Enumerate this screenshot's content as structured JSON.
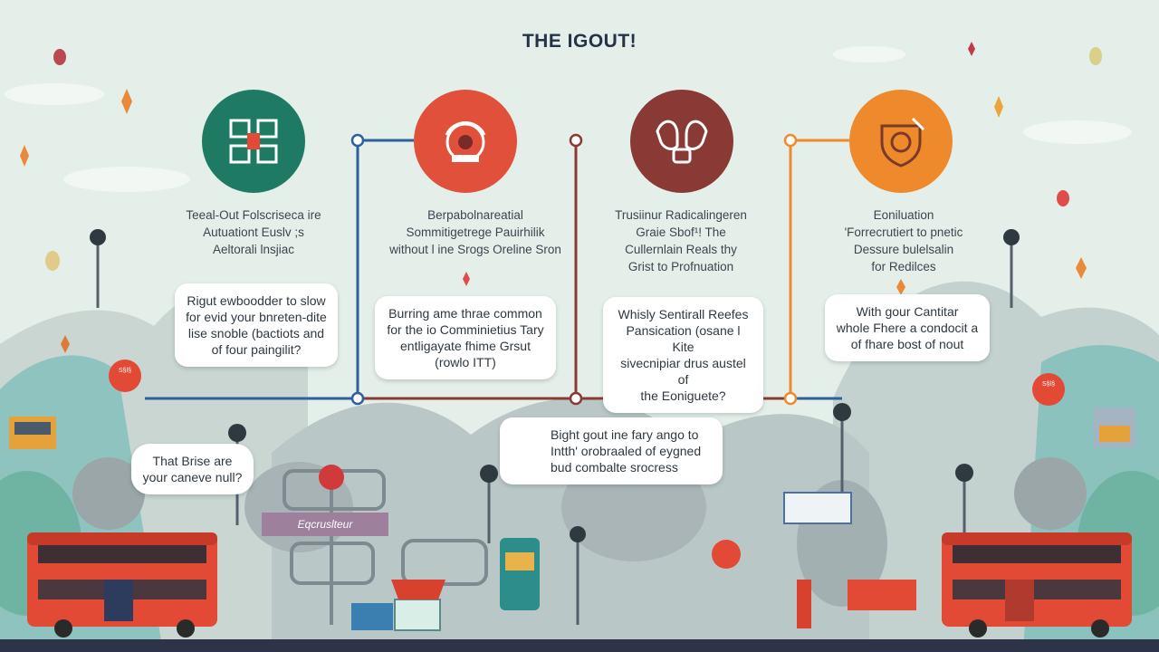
{
  "title": "THE IGOUT!",
  "colors": {
    "teal": "#1f7a63",
    "red": "#e0503a",
    "brown": "#8a3a34",
    "orange": "#ee8a2c",
    "connector_blue": "#2f5f9c"
  },
  "steps": [
    {
      "icon": "puzzle-icon",
      "color": "#1f7a63",
      "caption": [
        "Teeal-Out Folscriseca ire",
        "Autuationt Euslv ;s",
        "Aeltorali lnsjiac"
      ],
      "bubble": [
        "Rigut ewboodder to slow",
        "for evid your bnreten-dite",
        "lise snoble (bactiots and",
        "of four paingilit?"
      ]
    },
    {
      "icon": "gears-icon",
      "color": "#e0503a",
      "caption": [
        "Berpabolnareatial",
        "Sommitigetrege Pauirhilik",
        "without l ine Srogs Oreline Sron"
      ],
      "bubble": [
        "Burring ame thrae common",
        "for the io Comminietius Tary",
        "entligayate fhime Grsut",
        "(rowlo ITT)"
      ]
    },
    {
      "icon": "hands-icon",
      "color": "#8a3a34",
      "caption": [
        "Trusiinur Radicalingeren",
        "Graie Sbof¹! The",
        "Cullernlain Reals thy",
        "Grist to Profnuation"
      ],
      "bubble": [
        "Whisly Sentirall Reefes",
        "Pansication (osane l Kite",
        "sivecnipiar drus austel of",
        "the Eoniguete?"
      ]
    },
    {
      "icon": "shield-icon",
      "color": "#ee8a2c",
      "caption": [
        "Eoniluation",
        "'Forrecrutiert to pnetic",
        "Dessure bulelsalin",
        "for Redilces"
      ],
      "bubble": [
        "With gour Cantitar",
        "whole Fhere a condocit a",
        "of fhare bost of nout"
      ]
    }
  ],
  "center_bubble": [
    "Bight gout ine fary ango to",
    "Intth' orobraaled of eygned",
    "bud combalte srocress"
  ],
  "left_bubble": [
    "That Brise are",
    "your caneve null?"
  ],
  "badges": [
    "S§l§",
    "S§l§"
  ],
  "sign_text": "Eqcruslteur"
}
